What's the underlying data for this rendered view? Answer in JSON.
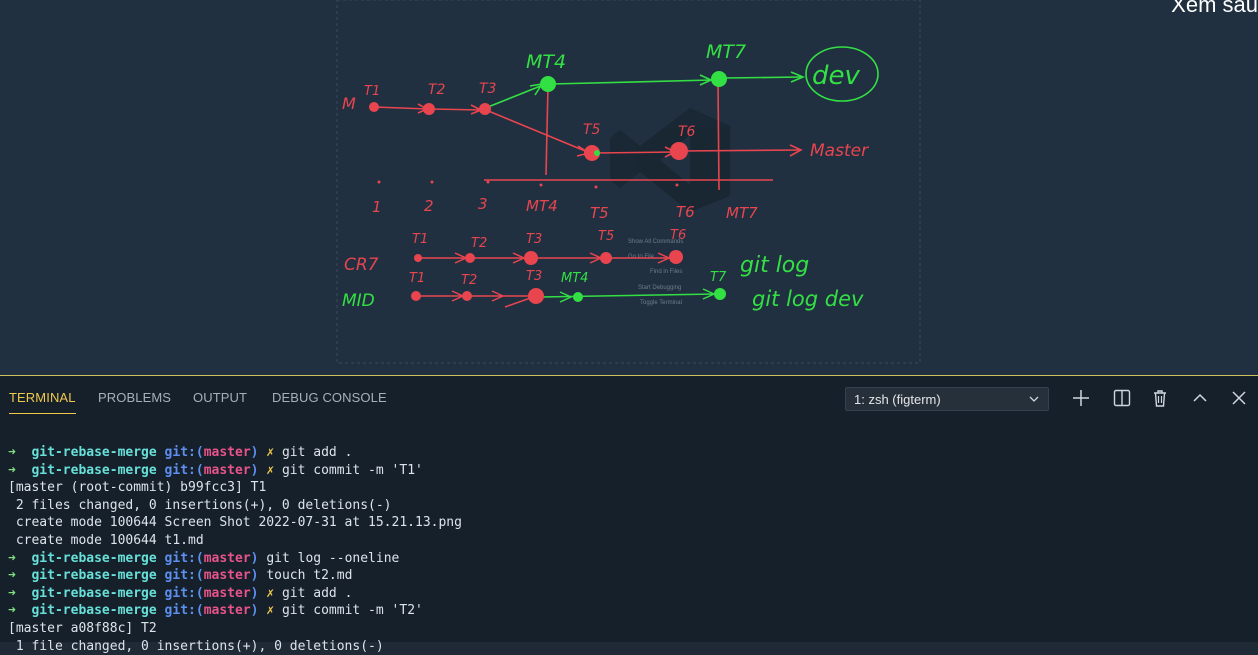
{
  "overlay": {
    "text": "Xem sau"
  },
  "colors": {
    "editor_bg": "#203040",
    "panel_bg": "#16202b",
    "accent_yellow": "#f0c94a",
    "red_ink": "#e8454f",
    "green_ink": "#33e044",
    "prompt_arrow": "#7fe07f",
    "prompt_dir": "#67e0d9",
    "prompt_git": "#5d8fef",
    "prompt_branch": "#e8538a"
  },
  "whiteboard": {
    "m_label": "M",
    "top_commits": [
      "T1",
      "T2",
      "T3",
      "T5",
      "T6"
    ],
    "merge_labels": [
      "MT4",
      "MT7"
    ],
    "dev_label": "dev",
    "master_label": "Master",
    "index_labels": [
      "1",
      "2",
      "3",
      "MT4",
      "T5",
      "T6",
      "MT7"
    ],
    "cr7_label": "CR7",
    "cr7_commits": [
      "T1",
      "T2",
      "T3",
      "T5",
      "T6"
    ],
    "mid_label": "MID",
    "mid_commits": [
      "T1",
      "T2",
      "T3",
      "MT4",
      "T7"
    ],
    "note_git_log": "git log",
    "note_git_log_dev": "git log dev",
    "watermark_shortcuts": [
      "Show All Commands",
      "Go to File",
      "Find in Files",
      "Start Debugging",
      "Toggle Terminal"
    ]
  },
  "panel": {
    "tabs": [
      "TERMINAL",
      "PROBLEMS",
      "OUTPUT",
      "DEBUG CONSOLE"
    ],
    "active_tab": "TERMINAL",
    "terminal_select": "1: zsh (figterm)",
    "actions": [
      "plus-icon",
      "split-icon",
      "trash-icon",
      "chevron-up-icon",
      "close-icon"
    ]
  },
  "terminal": {
    "lines": [
      {
        "type": "prompt",
        "arrow": "➜",
        "dir": "git-rebase-merge",
        "git": "git:(",
        "branch": "master",
        "close": ")",
        "dirty": "✗",
        "cmd": "git add ."
      },
      {
        "type": "prompt",
        "arrow": "➜",
        "dir": "git-rebase-merge",
        "git": "git:(",
        "branch": "master",
        "close": ")",
        "dirty": "✗",
        "cmd": "git commit -m 'T1'"
      },
      {
        "type": "out",
        "text": "[master (root-commit) b99fcc3] T1"
      },
      {
        "type": "out",
        "text": " 2 files changed, 0 insertions(+), 0 deletions(-)"
      },
      {
        "type": "out",
        "text": " create mode 100644 Screen Shot 2022-07-31 at 15.21.13.png"
      },
      {
        "type": "out",
        "text": " create mode 100644 t1.md"
      },
      {
        "type": "prompt",
        "arrow": "➜",
        "dir": "git-rebase-merge",
        "git": "git:(",
        "branch": "master",
        "close": ")",
        "dirty": "",
        "cmd": "git log --oneline"
      },
      {
        "type": "prompt",
        "arrow": "➜",
        "dir": "git-rebase-merge",
        "git": "git:(",
        "branch": "master",
        "close": ")",
        "dirty": "",
        "cmd": "touch t2.md"
      },
      {
        "type": "prompt",
        "arrow": "➜",
        "dir": "git-rebase-merge",
        "git": "git:(",
        "branch": "master",
        "close": ")",
        "dirty": "✗",
        "cmd": "git add ."
      },
      {
        "type": "prompt",
        "arrow": "➜",
        "dir": "git-rebase-merge",
        "git": "git:(",
        "branch": "master",
        "close": ")",
        "dirty": "✗",
        "cmd": "git commit -m 'T2'"
      },
      {
        "type": "out",
        "text": "[master a08f88c] T2"
      },
      {
        "type": "out",
        "text": " 1 file changed, 0 insertions(+), 0 deletions(-)"
      }
    ]
  }
}
